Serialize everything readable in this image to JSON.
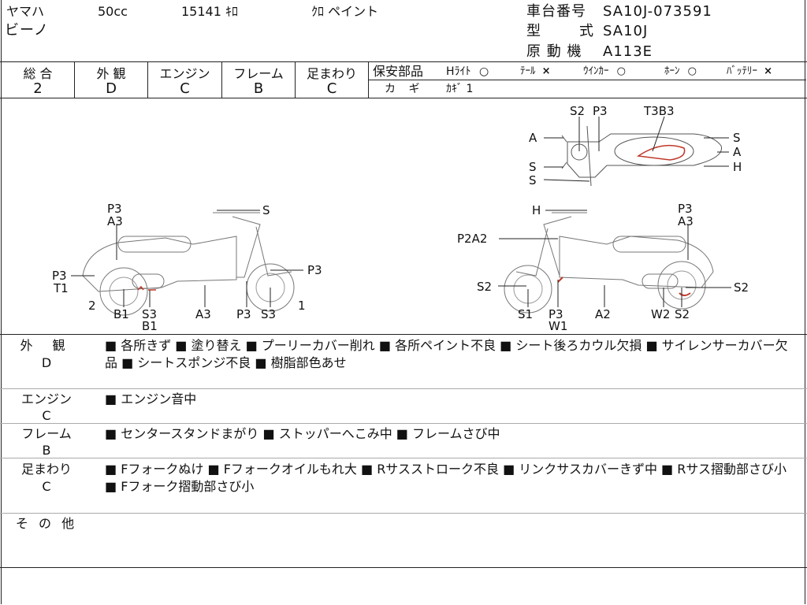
{
  "header": {
    "maker": "ヤマハ",
    "displacement": "50cc",
    "mileage": "15141 ｷﾛ",
    "color": "ｸﾛ ペイント",
    "model_name": "ビーノ",
    "frame_no_label": "車台番号",
    "frame_no": "SA10J-073591",
    "type_label_1": "型",
    "type_label_2": "式",
    "type_value": "SA10J",
    "engine_label": "原 動 機",
    "engine_value": "A113E"
  },
  "grades": {
    "headers": [
      "総 合",
      "外 観",
      "エンジン",
      "フレーム",
      "足まわり"
    ],
    "values": [
      "2",
      "D",
      "C",
      "B",
      "C"
    ]
  },
  "safety": {
    "title": "保安部品",
    "items": [
      {
        "label": "Hﾗｲﾄ",
        "mark": "○"
      },
      {
        "label": "ﾃｰﾙ",
        "mark": "×"
      },
      {
        "label": "ｳｲﾝｶｰ",
        "mark": "○"
      },
      {
        "label": "ﾎｰﾝ",
        "mark": "○"
      },
      {
        "label": "ﾊﾞｯﾃﾘｰ",
        "mark": "×"
      }
    ],
    "key_label": "カ ギ",
    "key_value": "ｶｷﾞ 1"
  },
  "diagram": {
    "top_view_labels": [
      "S2",
      "P3",
      "T3B3",
      "A",
      "S",
      "A",
      "S",
      "S",
      "H"
    ],
    "left_view_labels": [
      "P3",
      "A3",
      "S",
      "P3",
      "T1",
      "P3",
      "2",
      "B1",
      "S3",
      "B1",
      "A3",
      "P3",
      "S3",
      "1"
    ],
    "right_view_labels": [
      "H",
      "P3",
      "A3",
      "P2A2",
      "S2",
      "S2",
      "S1",
      "P3",
      "W1",
      "A2",
      "W2",
      "S2"
    ]
  },
  "remarks": [
    {
      "label": "外 観",
      "grade": "D",
      "text": "■ 各所きず ■ 塗り替え ■ プーリーカバー削れ ■ 各所ペイント不良 ■ シート後ろカウル欠損 ■ サイレンサーカバー欠品 ■ シートスポンジ不良 ■ 樹脂部色あせ"
    },
    {
      "label": "エンジン",
      "grade": "C",
      "text": "■ エンジン音中"
    },
    {
      "label": "フレーム",
      "grade": "B",
      "text": "■ センタースタンドまがり ■ ストッパーへこみ中 ■ フレームさび中"
    },
    {
      "label": "足まわり",
      "grade": "C",
      "text": "■ Fフォークぬけ ■ Fフォークオイルもれ大 ■ Rサスストローク不良 ■ リンクサスカバーきず中 ■ Rサス摺動部さび小 ■ Fフォーク摺動部さび小"
    },
    {
      "label": "そ の 他",
      "grade": "",
      "text": ""
    }
  ],
  "colors": {
    "line": "#222222",
    "damage": "#c0392b"
  }
}
